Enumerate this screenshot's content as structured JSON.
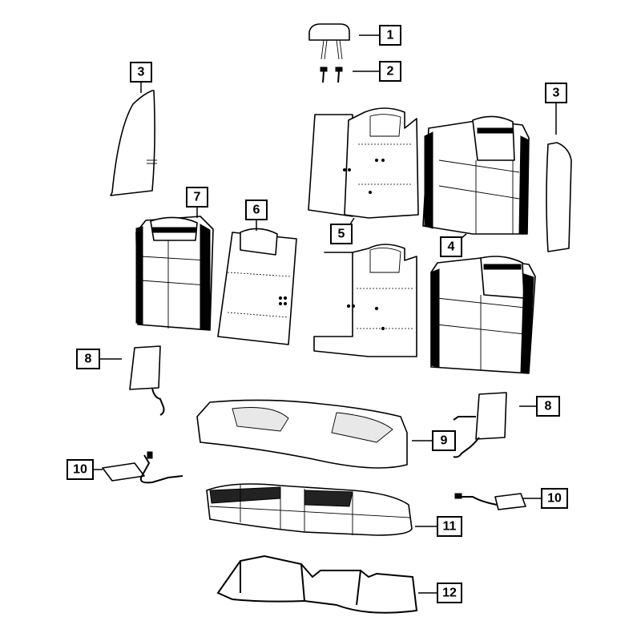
{
  "callouts": {
    "c1": "1",
    "c2": "2",
    "c3a": "3",
    "c3b": "3",
    "c4": "4",
    "c5": "5",
    "c6": "6",
    "c7": "7",
    "c8a": "8",
    "c8b": "8",
    "c9": "9",
    "c10a": "10",
    "c10b": "10",
    "c11": "11",
    "c12": "12"
  },
  "colors": {
    "line": "#000000",
    "background": "#ffffff"
  }
}
